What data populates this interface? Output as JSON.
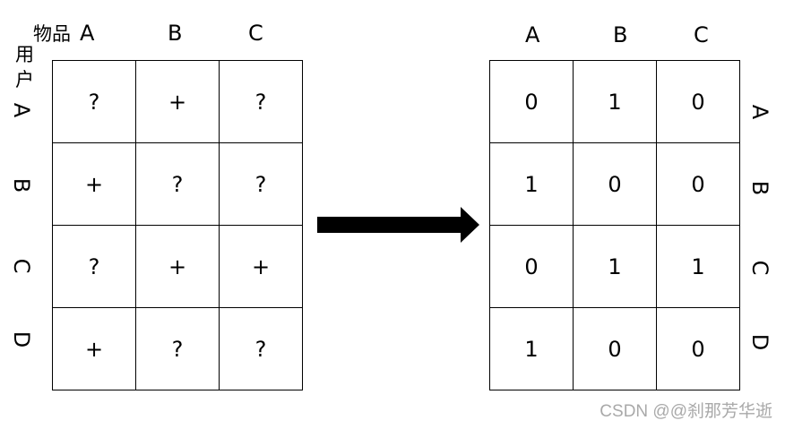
{
  "left": {
    "corner_items_label": "物品",
    "corner_user_label_1": "用",
    "corner_user_label_2": "户",
    "col_headers": [
      "A",
      "B",
      "C"
    ],
    "row_labels": [
      "A",
      "B",
      "C",
      "D"
    ],
    "cells": [
      [
        "?",
        "+",
        "?"
      ],
      [
        "+",
        "?",
        "?"
      ],
      [
        "?",
        "+",
        "+"
      ],
      [
        "+",
        "?",
        "?"
      ]
    ]
  },
  "right": {
    "col_headers": [
      "A",
      "B",
      "C"
    ],
    "row_labels": [
      "A",
      "B",
      "C",
      "D"
    ],
    "cells": [
      [
        "0",
        "1",
        "0"
      ],
      [
        "1",
        "0",
        "0"
      ],
      [
        "0",
        "1",
        "1"
      ],
      [
        "1",
        "0",
        "0"
      ]
    ]
  },
  "watermark": "CSDN @@刹那芳华逝"
}
